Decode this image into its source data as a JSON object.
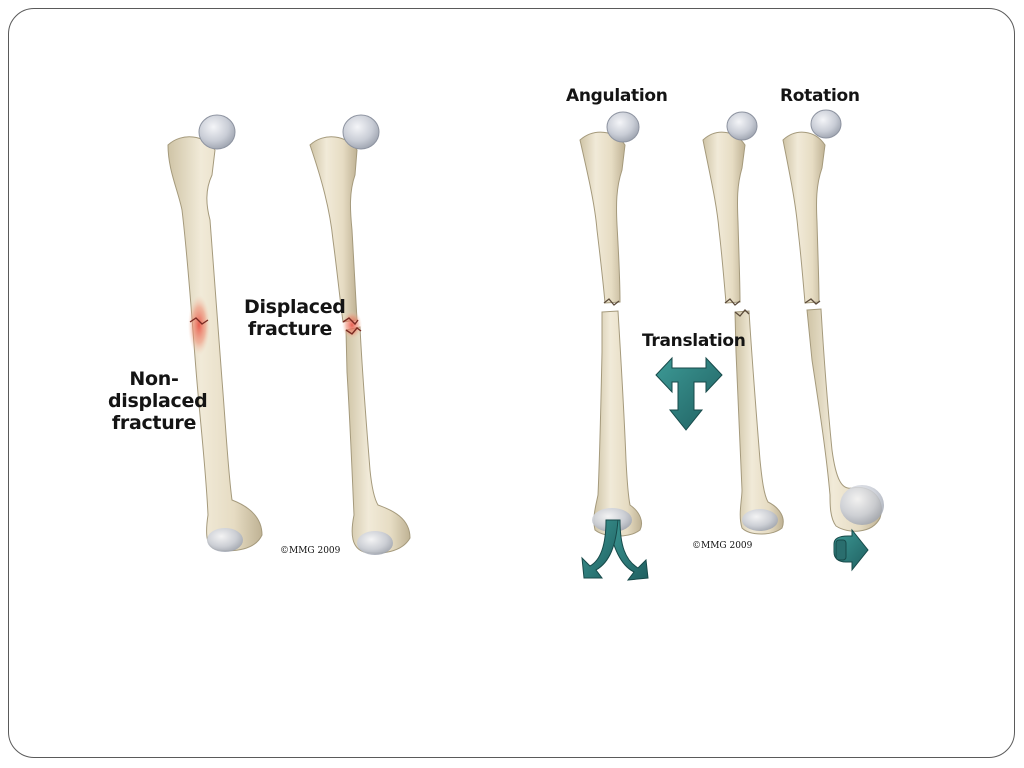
{
  "labels": {
    "non_displaced": [
      "Non-",
      "displaced",
      "fracture"
    ],
    "displaced": [
      "Displaced",
      "fracture"
    ],
    "angulation": "Angulation",
    "rotation": "Rotation",
    "translation": "Translation"
  },
  "copyright": [
    "©MMG 2009",
    "©MMG 2009"
  ],
  "colors": {
    "bone": "#ede5d0",
    "bone_shade": "#cfc4a6",
    "bone_head": "#c9cdd6",
    "fracture_glow": "#e8574a",
    "arrow": "#2f7b7b",
    "frame": "#5a5a5a"
  }
}
